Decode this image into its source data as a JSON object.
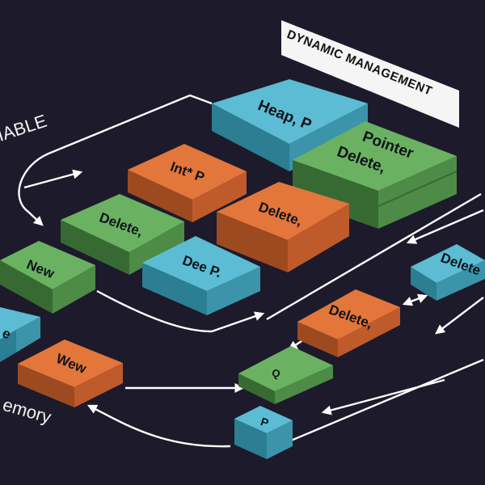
{
  "banner": {
    "text": "DYNAMIC MANAGEMENT"
  },
  "side_labels": {
    "variable": "IABLE",
    "memory": "emory"
  },
  "colors": {
    "background": "#1d1a2b",
    "blue": "#5bbcd4",
    "green": "#6ab262",
    "orange": "#e3763b",
    "arrow": "#ffffff"
  },
  "blocks": {
    "heap_p": {
      "label": "Heap, P",
      "color": "blue"
    },
    "pointer_delete": {
      "line1": "Pointer",
      "line2": "Delete,",
      "color": "green"
    },
    "int_p": {
      "label": "Int* P",
      "color": "orange"
    },
    "delete_green": {
      "label": "Delete,",
      "color": "green"
    },
    "delete_orange": {
      "label": "Delete,",
      "color": "orange"
    },
    "new_green": {
      "label": "New",
      "color": "green"
    },
    "dee_p": {
      "label": "Dee P.",
      "color": "blue"
    },
    "delete_right_blue": {
      "label": "Delete",
      "color": "blue"
    },
    "delete_mid_orange": {
      "label": "Delete,",
      "color": "orange"
    },
    "blue_left_edge": {
      "label": "e",
      "color": "blue"
    },
    "wew_orange": {
      "label": "Wew",
      "color": "orange"
    },
    "q_green": {
      "label": "Q",
      "color": "green"
    },
    "p_blue": {
      "label": "P",
      "color": "blue"
    }
  }
}
